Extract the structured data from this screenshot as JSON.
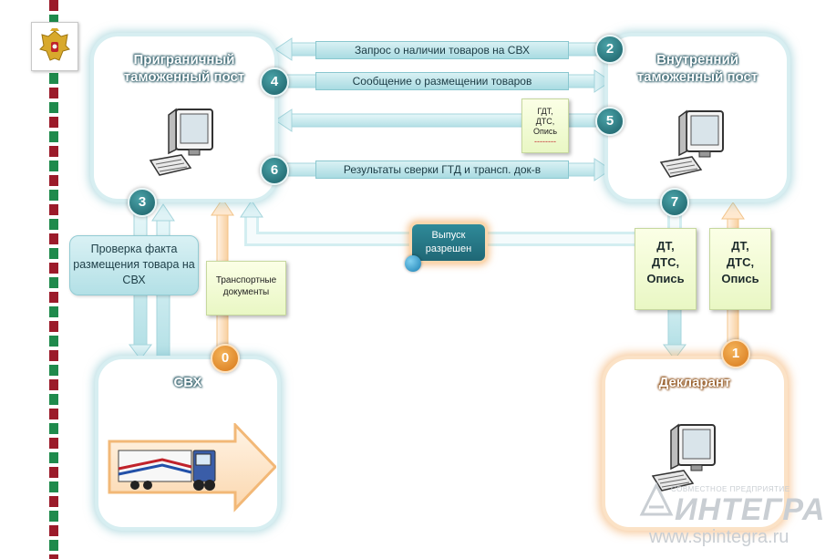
{
  "emblem": {
    "icon": "russia-coat-of-arms-icon"
  },
  "nodes": {
    "border_post": {
      "title_line1": "Приграничный",
      "title_line2": "таможенный пост"
    },
    "inland_post": {
      "title_line1": "Внутренний",
      "title_line2": "таможенный пост"
    },
    "svh": {
      "title": "СВХ"
    },
    "declarant": {
      "title": "Декларант"
    }
  },
  "flows": {
    "step2": {
      "number": "2",
      "label": "Запрос о наличии товаров на СВХ"
    },
    "step4": {
      "number": "4",
      "label": "Сообщение о размещении товаров"
    },
    "step5": {
      "number": "5",
      "note_lines": [
        "ГДТ,",
        "ДТС,",
        "Опись",
        "--------"
      ]
    },
    "step6": {
      "number": "6",
      "label": "Результаты сверки ГТД и трансп. док-в"
    },
    "step3": {
      "number": "3",
      "label": "Проверка факта размещения товара на СВХ"
    },
    "step0": {
      "number": "0",
      "note": "Транспортные документы"
    },
    "step7": {
      "number": "7",
      "note_lines": [
        "ДТ,",
        "ДТС,",
        "Опись"
      ]
    },
    "step1": {
      "number": "1",
      "note_lines": [
        "ДТ,",
        "ДТС,",
        "Опись"
      ]
    },
    "release": {
      "label_line1": "Выпуск",
      "label_line2": "разрешен"
    }
  },
  "watermark": {
    "tagline": "совместное предприятие",
    "brand": "ИНТЕГРА",
    "url": "www.spintegra.ru"
  },
  "colors": {
    "teal": "#1b5e66",
    "orange": "#d6771a",
    "border_red": "#9b1b2a",
    "border_green": "#1f8a4c"
  }
}
